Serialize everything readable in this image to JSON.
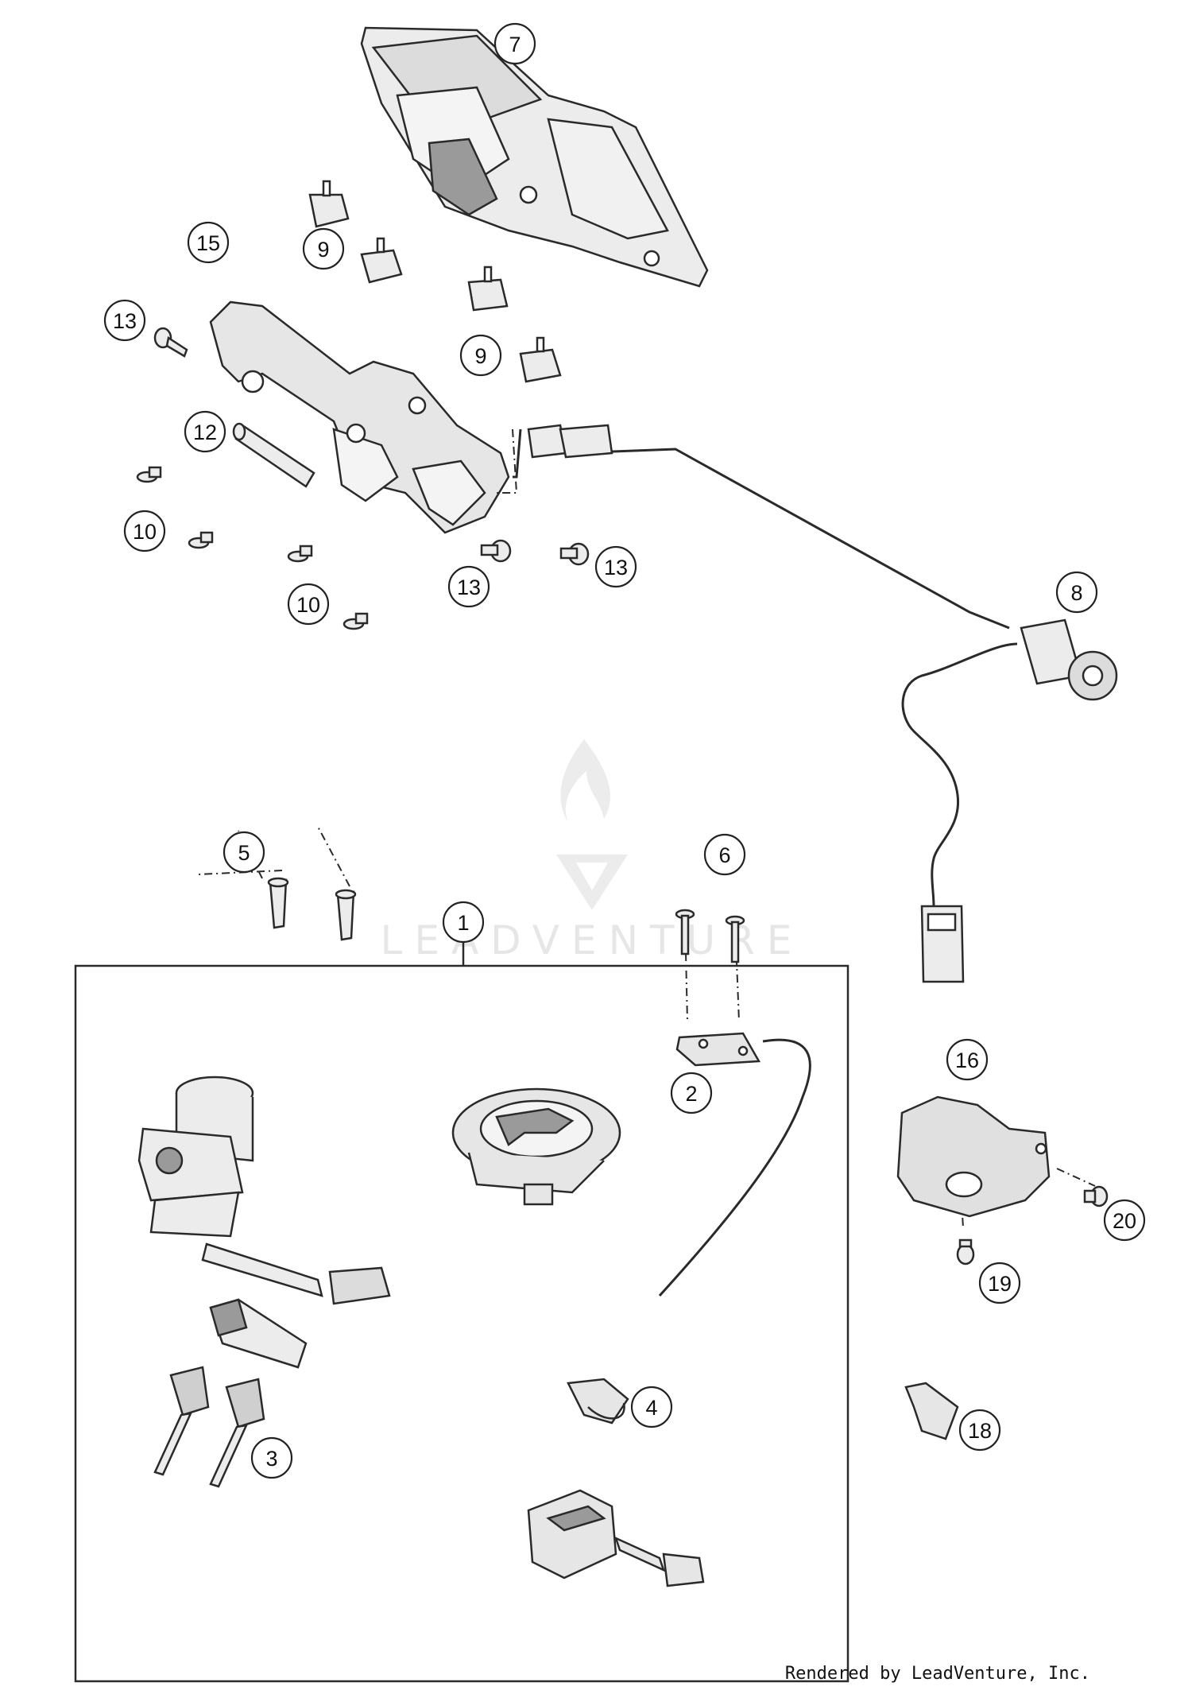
{
  "callouts": [
    {
      "id": "1",
      "label": "1"
    },
    {
      "id": "2",
      "label": "2"
    },
    {
      "id": "3",
      "label": "3"
    },
    {
      "id": "4",
      "label": "4"
    },
    {
      "id": "5",
      "label": "5"
    },
    {
      "id": "6",
      "label": "6"
    },
    {
      "id": "7",
      "label": "7"
    },
    {
      "id": "8",
      "label": "8"
    },
    {
      "id": "9a",
      "label": "9"
    },
    {
      "id": "9b",
      "label": "9"
    },
    {
      "id": "10a",
      "label": "10"
    },
    {
      "id": "10b",
      "label": "10"
    },
    {
      "id": "12",
      "label": "12"
    },
    {
      "id": "13a",
      "label": "13"
    },
    {
      "id": "13b",
      "label": "13"
    },
    {
      "id": "13c",
      "label": "13"
    },
    {
      "id": "15",
      "label": "15"
    },
    {
      "id": "16",
      "label": "16"
    },
    {
      "id": "18",
      "label": "18"
    },
    {
      "id": "19",
      "label": "19"
    },
    {
      "id": "20",
      "label": "20"
    }
  ],
  "watermark": {
    "text": "LEADVENTURE"
  },
  "credit": {
    "text": "Rendered by LeadVenture, Inc."
  },
  "colors": {
    "line": "#2a2a2a",
    "part_fill": "#e9e9e9",
    "part_shade": "#9a9a9a",
    "watermark": "#e6e6e6"
  }
}
